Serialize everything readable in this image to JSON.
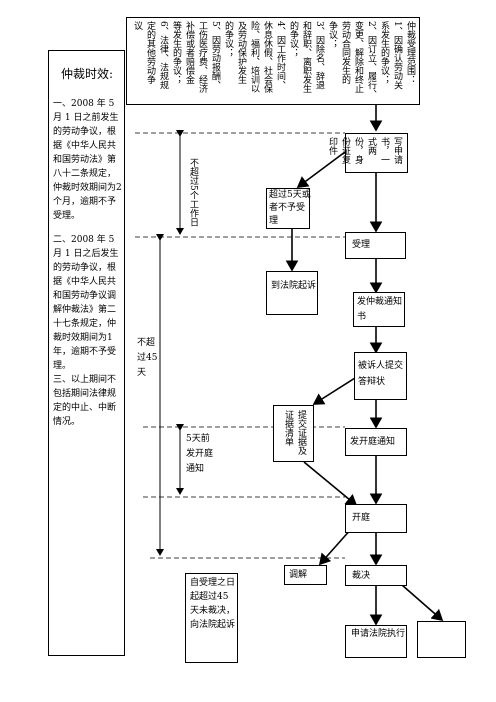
{
  "side_panel": {
    "title": "仲裁时效:",
    "p1": "一、2008 年 5 月 1 日之前发生的劳动争议，根据《中华人民共和国劳动法》第八十二条规定，仲裁时效期间为2个月，逾期不予受理。",
    "p2": "二、2008 年 5 月 1 日之后发生的劳动争议，根据《中华人民共和国劳动争议调解仲裁法》第二十七条规定，仲裁时效期间为1年，逾期不予受理。",
    "p3": "三、以上期间不包括期间法律规定的中止、中断情况。"
  },
  "scope_box": {
    "lines": [
      "仲裁受理范围：",
      "1、因确认劳动关",
      "系发生的争议；",
      "2、因订立、履行、",
      "变更、解除和终止",
      "劳动合同发生的",
      "争议；",
      "3、因除名、辞退",
      "和辞职、离职发生",
      "的争议；",
      "4、因工作时间、",
      "休息休假、社会保",
      "险、福利、培训以",
      "及劳动保护发生",
      "的争议；",
      "5、因劳动报酬、",
      "工伤医疗费、经济",
      "补偿或者赔偿金",
      "等发生的争议；",
      "6、法律、法规规",
      "定的其他劳动争",
      "议"
    ]
  },
  "nodes": {
    "apply": "写申请书，一式两份，身份证复印件",
    "reject": "超过5天或者不予受理",
    "accept": "受理",
    "court": "到法院起诉",
    "notice": "发仲裁通知书",
    "defense": "被诉人提交答辩状",
    "evidence": "提交证据及证据清单",
    "hearing_notice": "发开庭通知",
    "hearing": "开庭",
    "mediation": "调解",
    "ruling": "裁决",
    "enforce": "申请法院执行",
    "overdue": "自受理之日起超过45天未裁决，向法院起诉"
  },
  "time_labels": {
    "five_workdays": "不超过5个工作日",
    "forty_five_days": "不超过45天",
    "five_days_before": "5天前发开庭通知"
  }
}
